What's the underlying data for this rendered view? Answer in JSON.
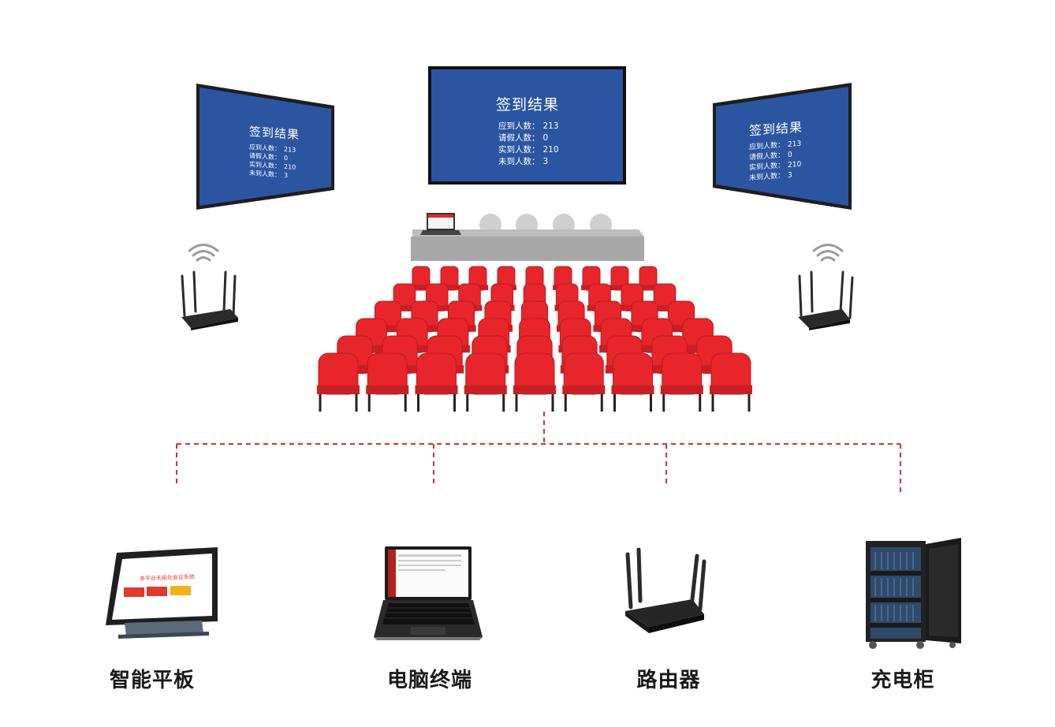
{
  "screens": {
    "title": "签到结果",
    "stats": [
      {
        "label": "应到人数：",
        "value": "213"
      },
      {
        "label": "请假人数：",
        "value": "0"
      },
      {
        "label": "实到人数：",
        "value": "210"
      },
      {
        "label": "未到人数：",
        "value": "3"
      }
    ]
  },
  "tablet_screen": {
    "heading": "多平台无纸化会议系统",
    "buttons": [
      {
        "color": "#e03a2e"
      },
      {
        "color": "#e03a2e"
      },
      {
        "color": "#f1b21a"
      }
    ]
  },
  "devices": [
    {
      "key": "tablet",
      "label": "智能平板"
    },
    {
      "key": "computer",
      "label": "电脑终端"
    },
    {
      "key": "router",
      "label": "路由器"
    },
    {
      "key": "cabinet",
      "label": "充电柜"
    }
  ],
  "colors": {
    "screen_blue": "#2b55a1",
    "seat_red": "#e8252b",
    "connector_red": "#d9302a",
    "podium_gray": "#a7a7a7"
  }
}
